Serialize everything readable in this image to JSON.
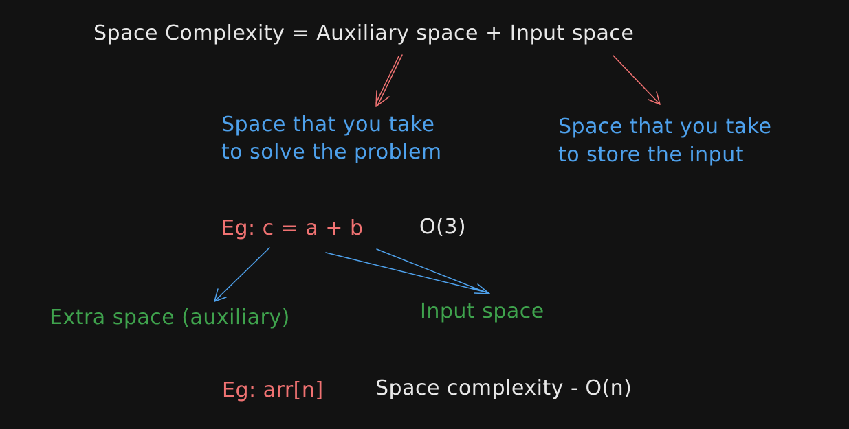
{
  "colors": {
    "background": "#121212",
    "white": "#e8e8e8",
    "blue": "#4ea1ec",
    "red": "#f07272",
    "green": "#3fa34d"
  },
  "formula": "Space Complexity = Auxiliary space + Input space",
  "aux_desc": {
    "line1": "Space that you take",
    "line2": "to solve the problem"
  },
  "input_desc": {
    "line1": "Space that you take",
    "line2": "to store the input"
  },
  "example1": {
    "expr": "Eg: c = a + b",
    "complexity": "O(3)"
  },
  "labels": {
    "extra": "Extra space (auxiliary)",
    "input": "Input space"
  },
  "example2": {
    "expr": "Eg: arr[n]",
    "complexity": "Space complexity - O(n)"
  }
}
